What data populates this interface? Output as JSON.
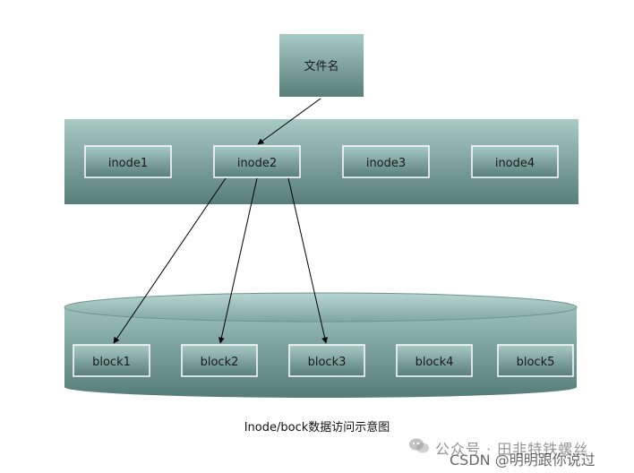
{
  "diagram": {
    "filename_label": "文件名",
    "inodes": [
      "inode1",
      "inode2",
      "inode3",
      "inode4"
    ],
    "blocks": [
      "block1",
      "block2",
      "block3",
      "block4",
      "block5"
    ],
    "caption": "Inode/bock数据访问示意图"
  },
  "watermark": {
    "line1": "公众号 · 田非特铁螺丝",
    "line2": "CSDN @明明跟你说过"
  },
  "colors": {
    "box_top": "#a7c9c4",
    "box_bottom": "#577f7a",
    "inner_border": "#ffffff",
    "arrow": "#000000"
  }
}
